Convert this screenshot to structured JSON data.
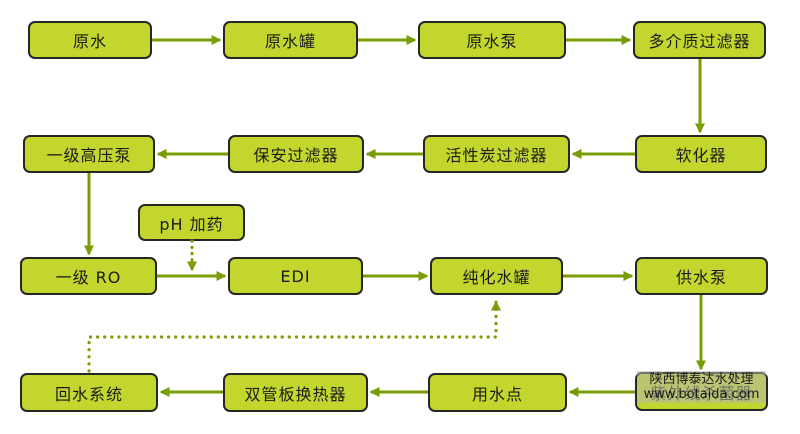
{
  "diagram": {
    "type": "flowchart",
    "subject": "water-treatment-process",
    "colors": {
      "node_fill": "#c3d62e",
      "node_border": "#262626",
      "edge": "#7a9c04",
      "text": "#1b1b1b",
      "background": "#ffffff"
    },
    "nodes": {
      "raw_water": {
        "label": "原水"
      },
      "raw_water_tank": {
        "label": "原水罐"
      },
      "raw_water_pump": {
        "label": "原水泵"
      },
      "multimedia_filter": {
        "label": "多介质过滤器"
      },
      "softener": {
        "label": "软化器"
      },
      "carbon_filter": {
        "label": "活性炭过滤器"
      },
      "security_filter": {
        "label": "保安过滤器"
      },
      "hp_pump": {
        "label": "一级高压泵"
      },
      "ph_dosing": {
        "label": "pH 加药"
      },
      "ro": {
        "label": "一级 RO"
      },
      "edi": {
        "label": "EDI"
      },
      "purified_tank": {
        "label": "纯化水罐"
      },
      "supply_pump": {
        "label": "供水泵"
      },
      "uv_sterilizer": {
        "label": "紫外线杀菌器"
      },
      "use_point": {
        "label": "用水点"
      },
      "heat_exchanger": {
        "label": "双管板换热器"
      },
      "return_system": {
        "label": "回水系统"
      }
    },
    "edges": [
      {
        "from": "raw_water",
        "to": "raw_water_tank",
        "style": "solid"
      },
      {
        "from": "raw_water_tank",
        "to": "raw_water_pump",
        "style": "solid"
      },
      {
        "from": "raw_water_pump",
        "to": "multimedia_filter",
        "style": "solid"
      },
      {
        "from": "multimedia_filter",
        "to": "softener",
        "style": "solid"
      },
      {
        "from": "softener",
        "to": "carbon_filter",
        "style": "solid"
      },
      {
        "from": "carbon_filter",
        "to": "security_filter",
        "style": "solid"
      },
      {
        "from": "security_filter",
        "to": "hp_pump",
        "style": "solid"
      },
      {
        "from": "hp_pump",
        "to": "ro",
        "style": "solid"
      },
      {
        "from": "ph_dosing",
        "to": "ro-edi-line",
        "style": "dotted"
      },
      {
        "from": "ro",
        "to": "edi",
        "style": "solid"
      },
      {
        "from": "edi",
        "to": "purified_tank",
        "style": "solid"
      },
      {
        "from": "purified_tank",
        "to": "supply_pump",
        "style": "solid"
      },
      {
        "from": "supply_pump",
        "to": "uv_sterilizer",
        "style": "solid"
      },
      {
        "from": "uv_sterilizer",
        "to": "use_point",
        "style": "solid"
      },
      {
        "from": "use_point",
        "to": "heat_exchanger",
        "style": "solid"
      },
      {
        "from": "heat_exchanger",
        "to": "return_system",
        "style": "solid"
      },
      {
        "from": "return_system",
        "to": "purified_tank",
        "style": "dotted"
      }
    ],
    "watermark": {
      "line1": "陕西博泰达水处理",
      "line2": "www.botaida.com"
    }
  }
}
